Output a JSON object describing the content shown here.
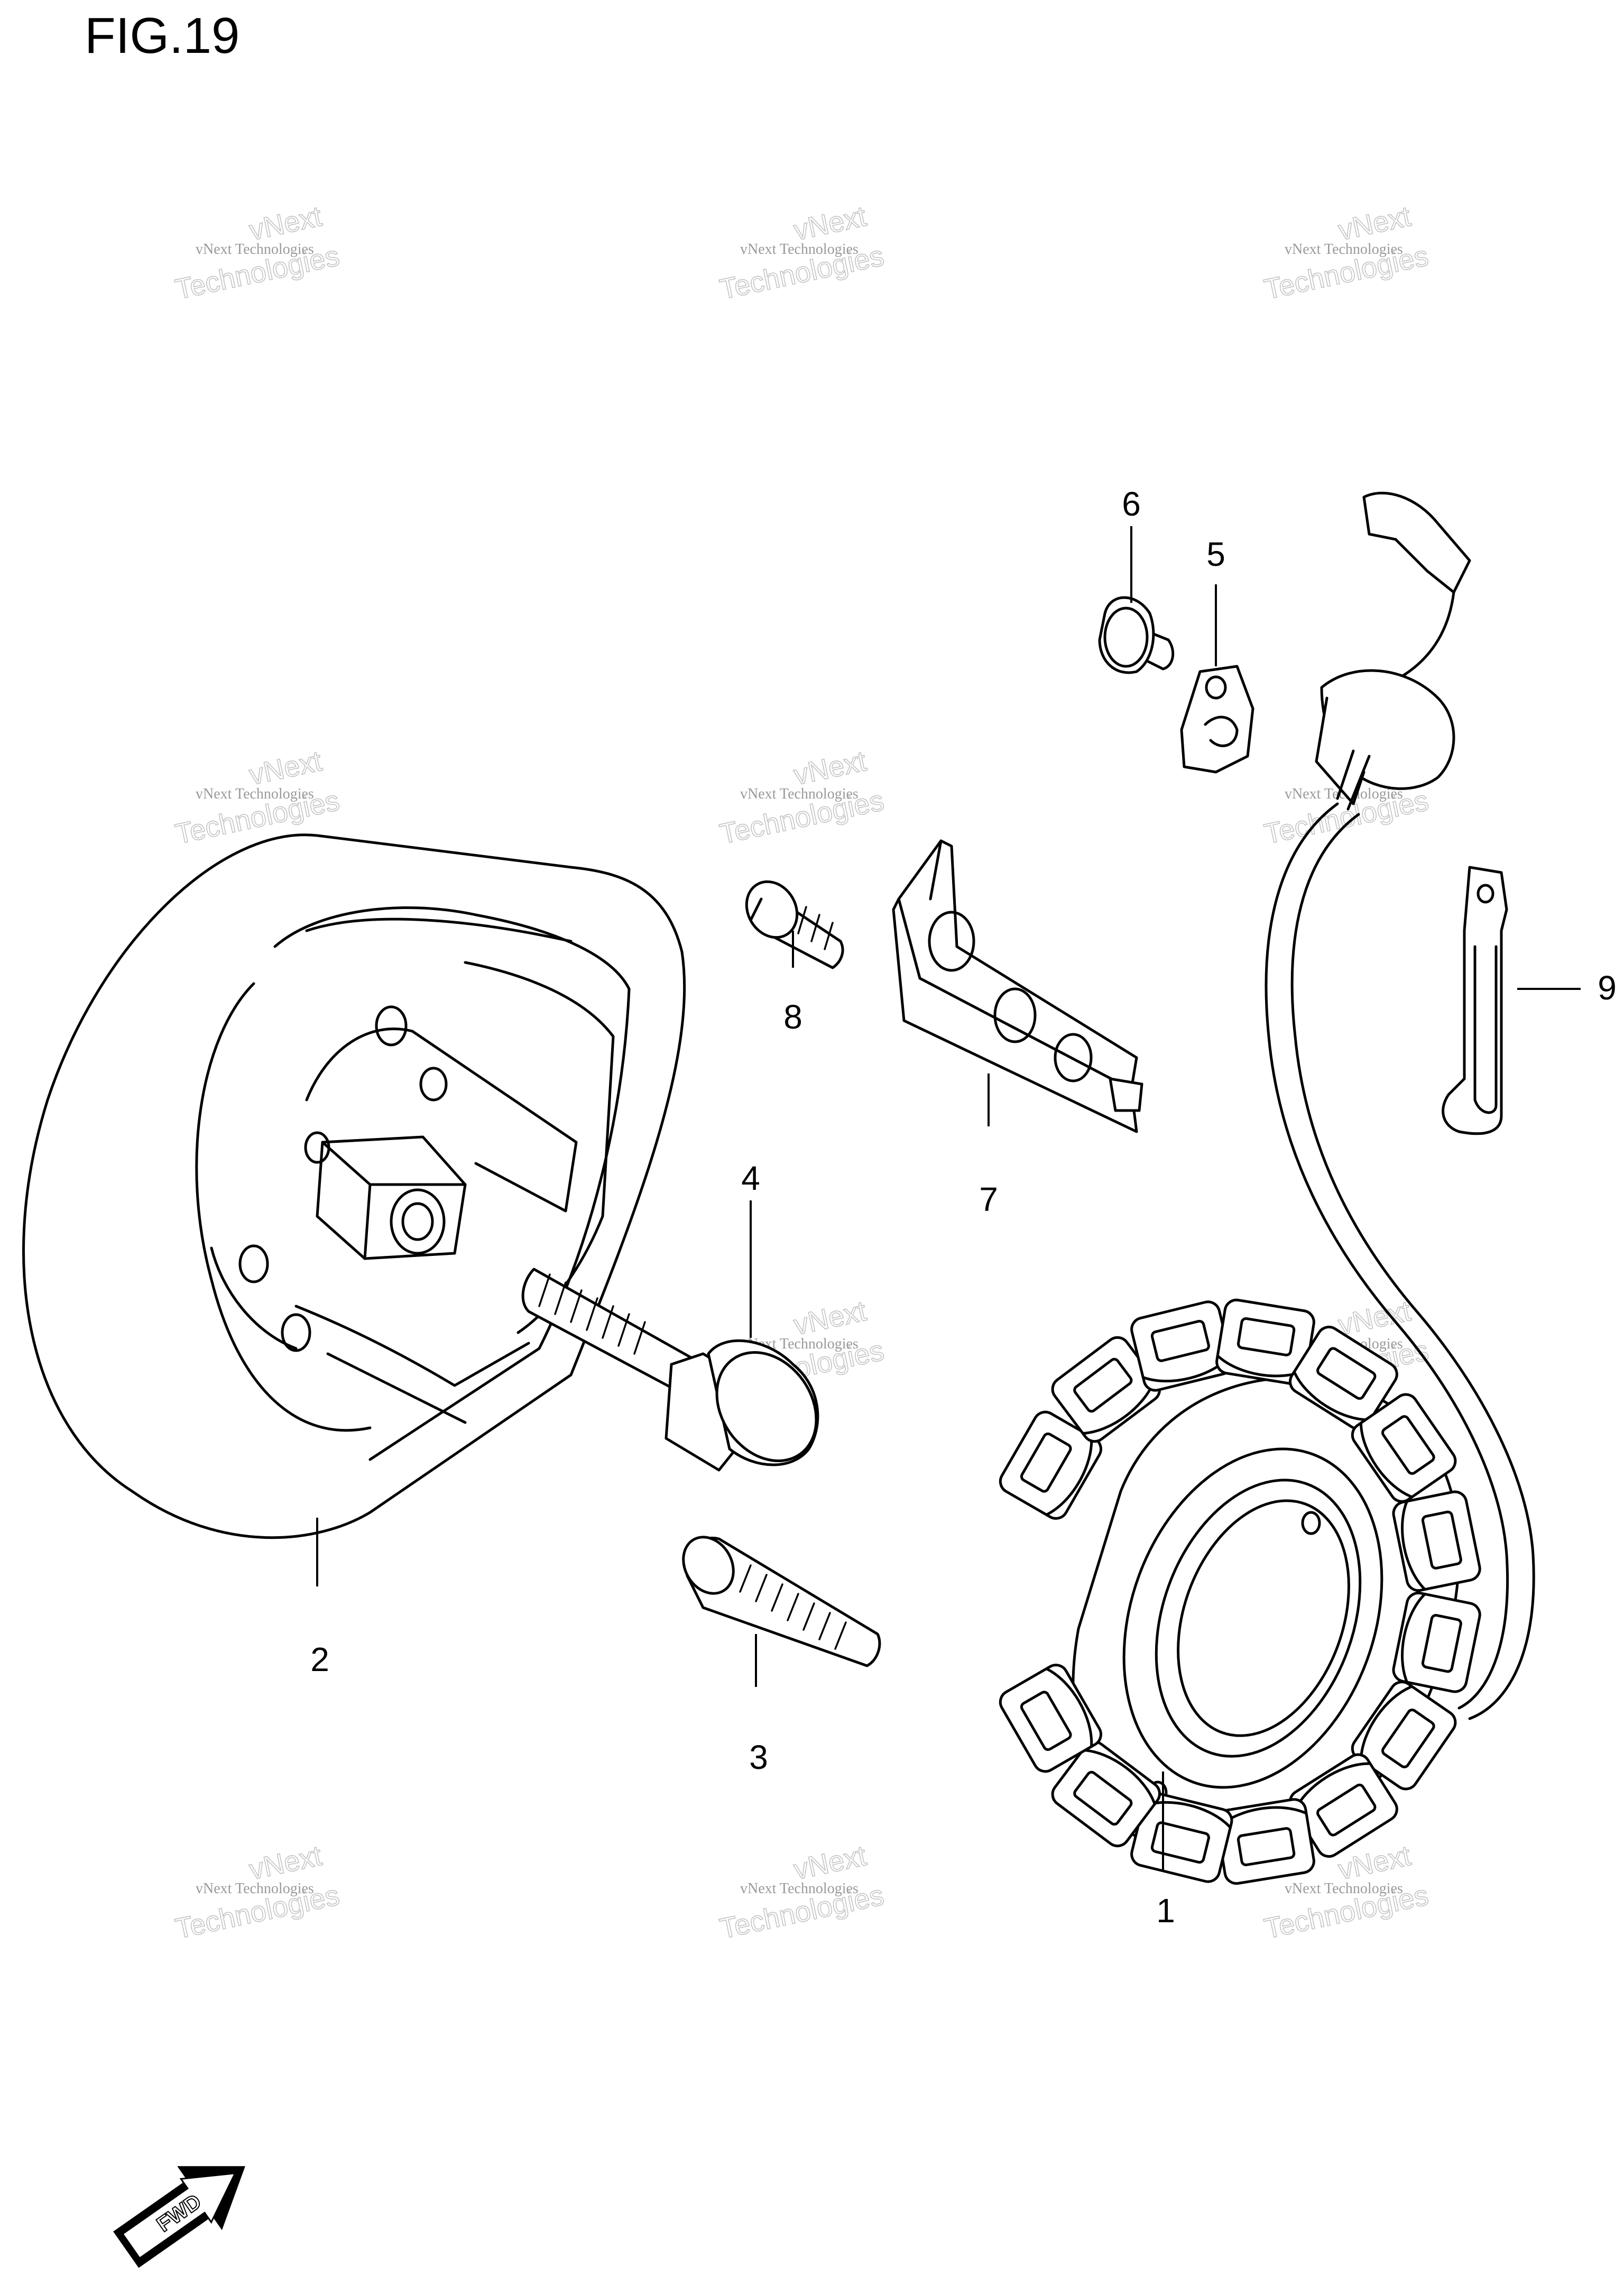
{
  "figure": {
    "title": "FIG.19",
    "direction_label": "FWD"
  },
  "watermark": {
    "line1": "vNext Technologies",
    "line2": "vNext",
    "line3": "Technologies"
  },
  "callouts": [
    {
      "id": "1",
      "label": "1"
    },
    {
      "id": "2",
      "label": "2"
    },
    {
      "id": "3",
      "label": "3"
    },
    {
      "id": "4",
      "label": "4"
    },
    {
      "id": "5",
      "label": "5"
    },
    {
      "id": "6",
      "label": "6"
    },
    {
      "id": "7",
      "label": "7"
    },
    {
      "id": "8",
      "label": "8"
    },
    {
      "id": "9",
      "label": "9"
    }
  ]
}
